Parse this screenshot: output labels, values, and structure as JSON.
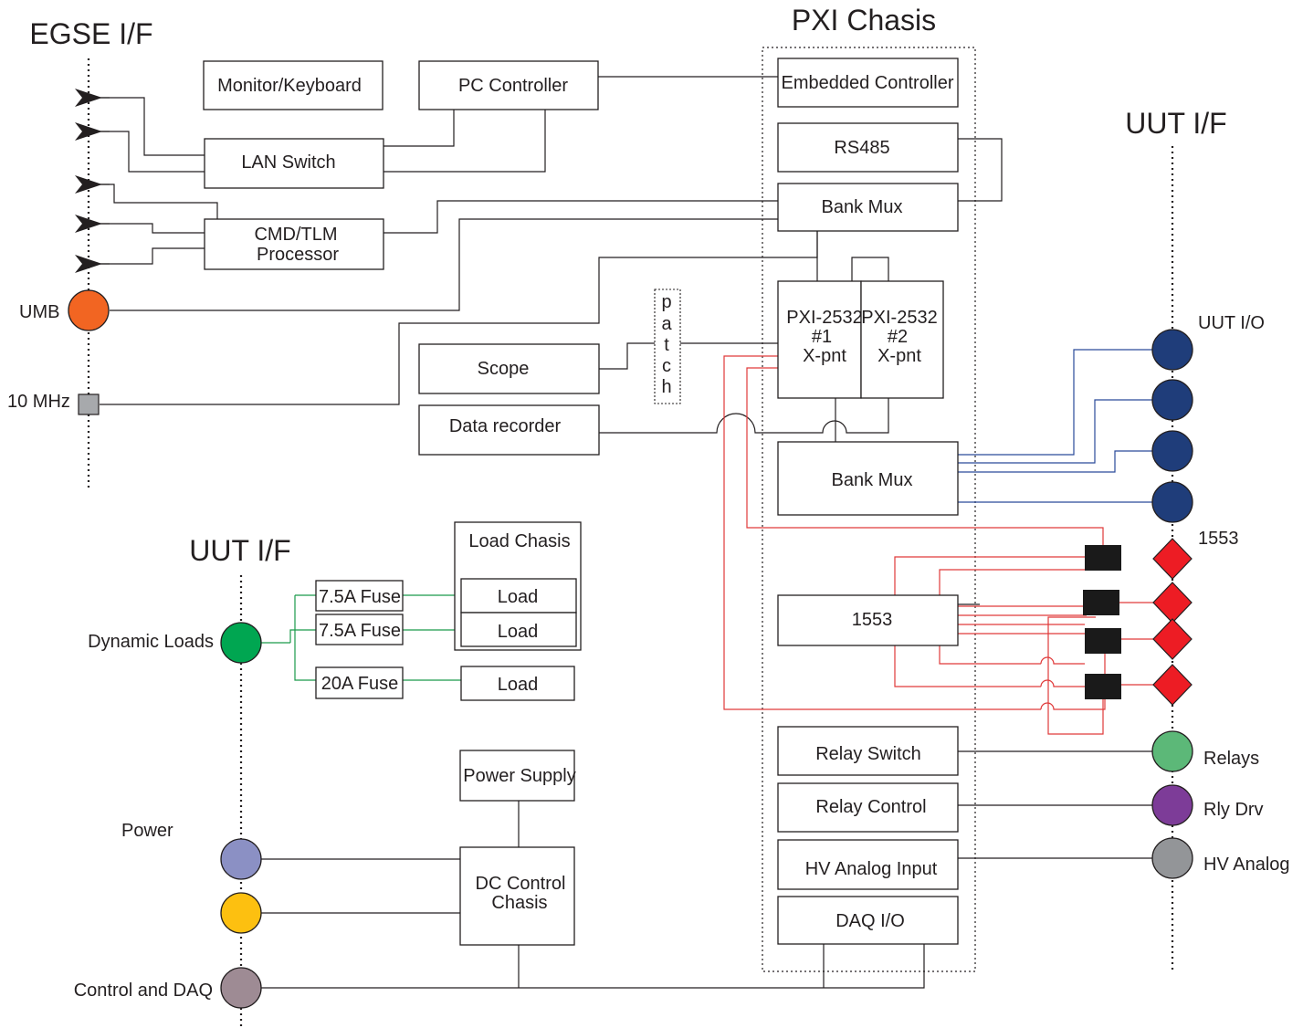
{
  "titles": {
    "egse": "EGSE I/F",
    "pxi": "PXI Chasis",
    "uut_right": "UUT I/F",
    "uut_left": "UUT I/F"
  },
  "boxes": {
    "monitor": "Monitor/Keyboard",
    "pc": "PC Controller",
    "lan": "LAN Switch",
    "cmd_line1": "CMD/TLM",
    "cmd_line2": "Processor",
    "embedded": "Embedded Controller",
    "rs485": "RS485",
    "bankmux_top": "Bank Mux",
    "pxi1_line1": "PXI-2532",
    "pxi1_line2": "#1",
    "pxi1_line3": "X-pnt",
    "pxi2_line1": "PXI-2532",
    "pxi2_line2": "#2",
    "pxi2_line3": "X-pnt",
    "scope": "Scope",
    "recorder": "Data recorder",
    "patch": [
      "p",
      "a",
      "t",
      "c",
      "h"
    ],
    "bankmux_bottom": "Bank Mux",
    "b1553": "1553",
    "relay_switch": "Relay Switch",
    "relay_control": "Relay Control",
    "hv_analog": "HV Analog Input",
    "daq_io": "DAQ I/O",
    "load_chasis": "Load Chasis",
    "load1": "Load",
    "load2": "Load",
    "load3": "Load",
    "fuse1": "7.5A Fuse",
    "fuse2": "7.5A Fuse",
    "fuse3": "20A Fuse",
    "power_supply": "Power Supply",
    "dc_line1": "DC Control",
    "dc_line2": "Chasis"
  },
  "labels": {
    "umb": "UMB",
    "tenmhz": "10 MHz",
    "uut_io": "UUT I/O",
    "l1553": "1553",
    "relays": "Relays",
    "rly_drv": "Rly Drv",
    "hv_analog": "HV Analog",
    "dynamic_loads": "Dynamic Loads",
    "power": "Power",
    "control_daq": "Control and DAQ"
  },
  "colors": {
    "umb": "#f26522",
    "tenmhz": "#a7a9ac",
    "uut_io": "#1f3d7a",
    "uut_io_label": "#2e4a8a",
    "d1553": "#ed1c24",
    "label1553": "#ed1c24",
    "relays": "#5cb878",
    "rly_drv": "#7d3c98",
    "hv_analog": "#939598",
    "dynamic_loads": "#00a651",
    "power1": "#8b90c4",
    "power2": "#fdc010",
    "control_daq": "#9e8b94",
    "connector": "#1a1a1a"
  }
}
